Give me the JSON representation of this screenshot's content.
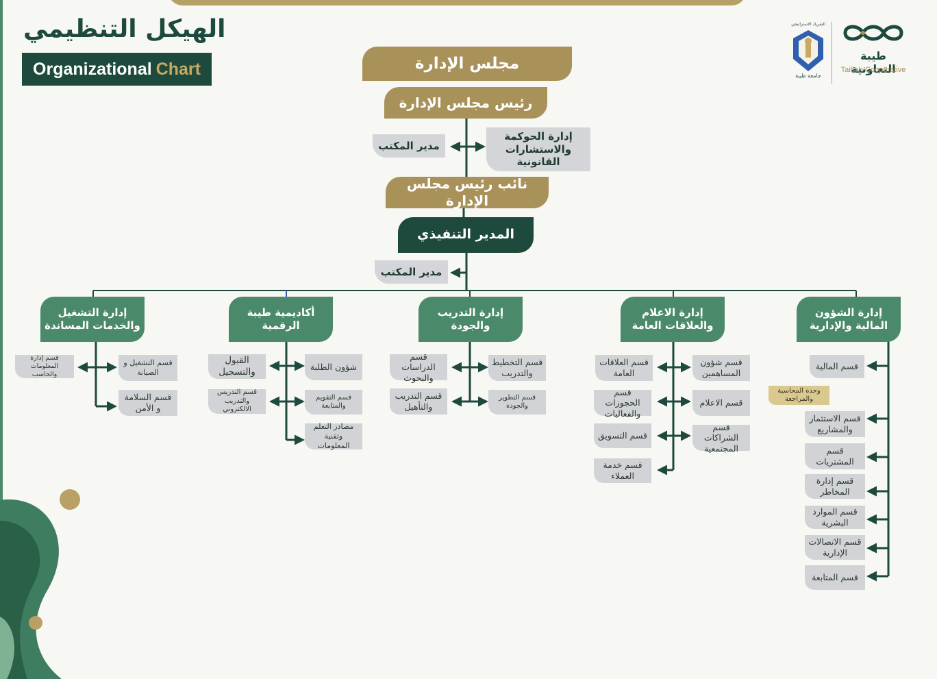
{
  "header": {
    "title_ar": "الهيكل التنظيمي",
    "title_en_main": "Organizational",
    "title_en_accent": "Chart"
  },
  "logo": {
    "name_ar": "طيبة التعاونية",
    "name_en": "Taibah Cooperative",
    "partner_label": "الشريك الاستراتيجي",
    "university": "جامعة طيبة"
  },
  "top": {
    "board": "مجلس الإدارة",
    "chairman": "رئيس مجلس الإدارة",
    "office_manager_1": "مدير المكتب",
    "governance": "إدارة الحوكمة والاستشارات القانونية",
    "vice_chairman": "نائب رئيس مجلس الإدارة",
    "ceo": "المدير التنفيذي",
    "office_manager_2": "مدير المكتب"
  },
  "departments": [
    {
      "name": "إدارة الشؤون المالية والإدارية"
    },
    {
      "name": "إدارة الاعلام والعلاقات العامة"
    },
    {
      "name": "إدارة التدريب والجودة"
    },
    {
      "name": "أكاديمية طيبة الرقمية"
    },
    {
      "name": "إدارة التشغيل والخدمات المساندة"
    }
  ],
  "sections": {
    "finance": [
      "قسم المالية",
      "وحدة المحاسبة والمراجعة",
      "قسم الاستثمار والمشاريع",
      "قسم المشتريات",
      "قسم إدارة المخاطر",
      "قسم الموارد البشرية",
      "قسم الاتصالات الإدارية",
      "قسم المتابعة"
    ],
    "media_right": [
      "قسم شؤون المساهمين",
      "قسم الاعلام",
      "قسم الشراكات المجتمعية"
    ],
    "media_left": [
      "قسم العلاقات العامة",
      "قسم الحجوزات والفعاليات",
      "قسم التسويق",
      "قسم خدمة العملاء"
    ],
    "training_right": [
      "قسم التخطيط والتدريب",
      "قسم التطوير والجودة"
    ],
    "training_left": [
      "قسم الدراسات والبحوث",
      "قسم التدريب والتأهيل"
    ],
    "academy_right": [
      "شؤون الطلبة",
      "قسم التقويم والمتابعة",
      "مصادر التعلم وتقنية المعلومات"
    ],
    "academy_left": [
      "القبول والتسجيل",
      "قسم التدريس والتدريب الالكتروني"
    ],
    "ops_right": [
      "قسم التشغيل و الصيانة",
      "قسم السلامة و الأمن"
    ],
    "ops_left": [
      "قسم إدارة المعلومات والحاسب"
    ]
  },
  "colors": {
    "gold": "#a9915a",
    "dark_green": "#1d4a3c",
    "mid_green": "#4a8a6a",
    "grey": "#d4d5d9"
  }
}
